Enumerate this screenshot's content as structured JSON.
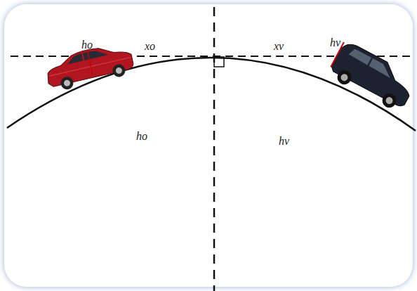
{
  "diagram": {
    "labels": [
      "ho",
      "xo",
      "xv",
      "hv",
      "ho",
      "hv"
    ]
  }
}
